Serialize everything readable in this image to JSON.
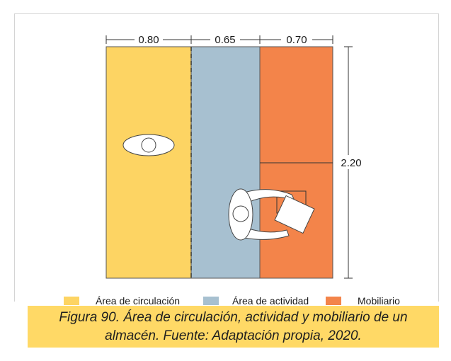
{
  "dimensions": {
    "width_1": "0.80",
    "width_2": "0.65",
    "width_3": "0.70",
    "height": "2.20"
  },
  "legend": [
    {
      "label": "Área de circulación",
      "color": "#fdd463"
    },
    {
      "label": "Área de actividad",
      "color": "#a7c0d0"
    },
    {
      "label": "Mobiliario",
      "color": "#f3844a"
    }
  ],
  "caption": {
    "line1": "Figura 90. Área de circulación, actividad y mobiliario de un",
    "line2": "almacén.  Fuente: Adaptación propia, 2020."
  }
}
